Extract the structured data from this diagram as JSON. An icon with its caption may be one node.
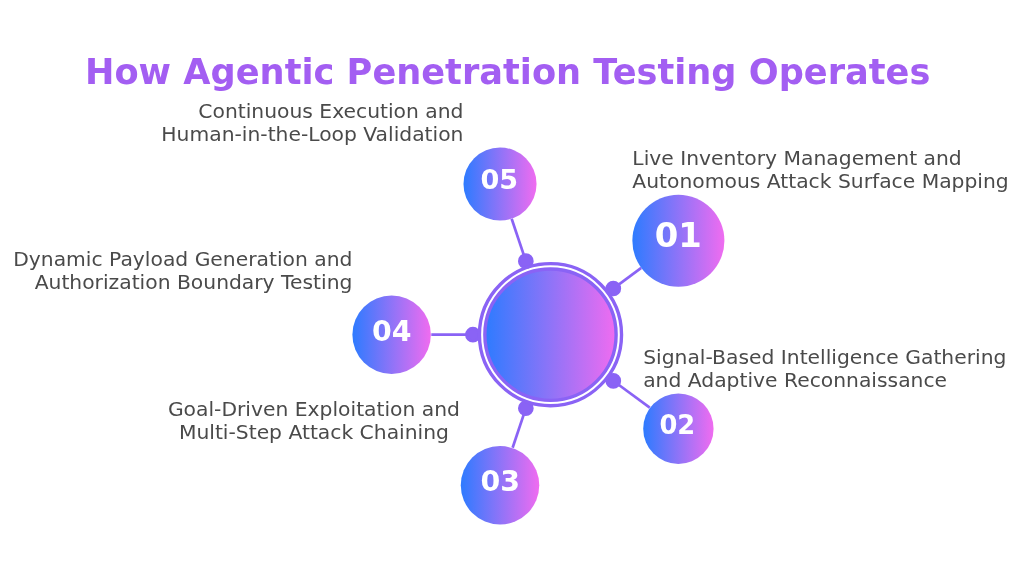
{
  "diagram": {
    "title": "How Agentic Penetration Testing Operates",
    "nodes": [
      {
        "text": [],
        "shape": "circle"
      },
      {
        "text": [
          "01"
        ],
        "beside": [
          "Live Inventory Management and Autonomous Attack Surface Mapping"
        ]
      },
      {
        "text": [
          "02"
        ],
        "beside": [
          "Signal-Based Intelligence Gathering and Adaptive Reconnaissance"
        ]
      },
      {
        "text": [
          "03"
        ],
        "beside": [
          "Goal-Driven Exploitation and Multi-Step Attack Chaining"
        ]
      },
      {
        "text": [
          "04"
        ],
        "beside": [
          "Dynamic Payload Generation and Authorization Boundary Testing"
        ]
      },
      {
        "text": [
          "05"
        ],
        "beside": [
          "Continuous Execution and Human-in-the-Loop Validation"
        ]
      }
    ],
    "edges": [
      {
        "from": 0,
        "to": 1,
        "arrow": "other"
      },
      {
        "from": 0,
        "to": 2,
        "arrow": "other"
      },
      {
        "from": 0,
        "to": 3,
        "arrow": "other"
      },
      {
        "from": 0,
        "to": 4,
        "arrow": "other"
      },
      {
        "from": 0,
        "to": 5,
        "arrow": "other"
      }
    ]
  }
}
